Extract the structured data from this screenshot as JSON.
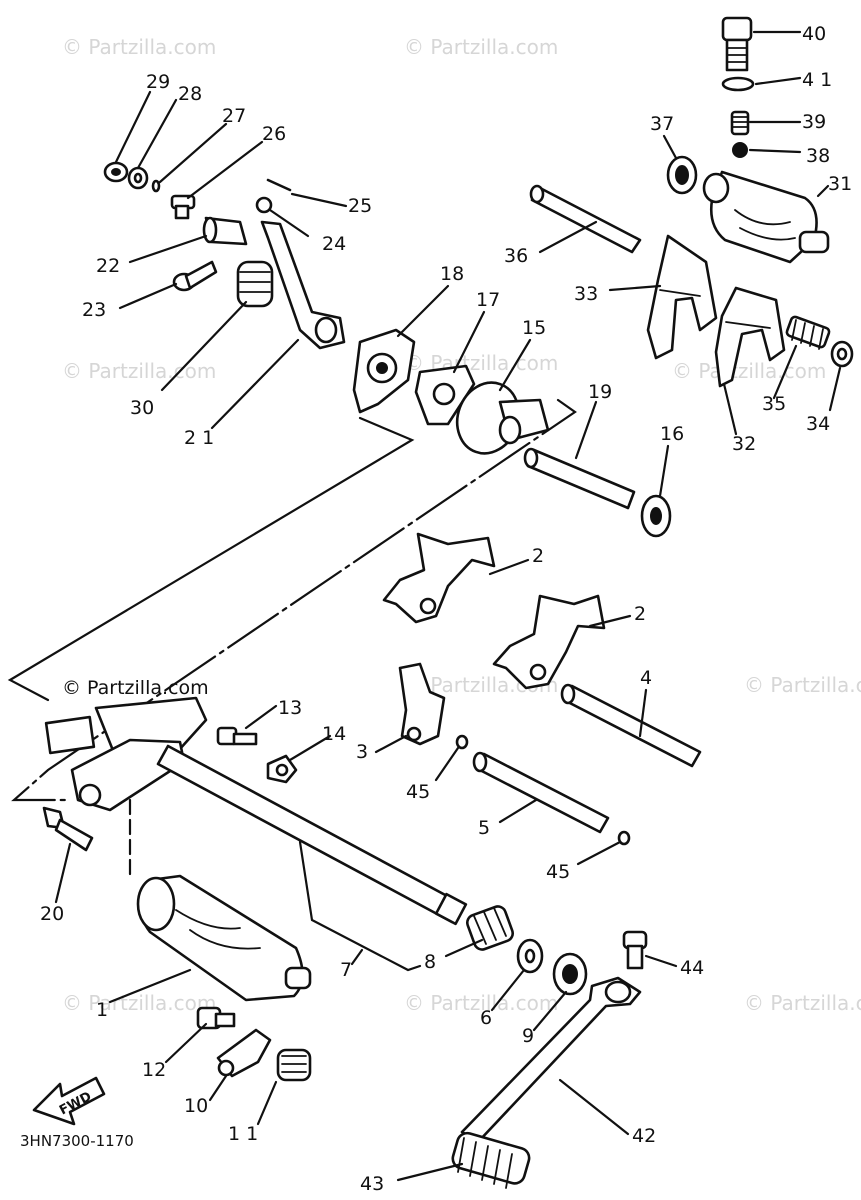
{
  "watermark": "© Partzilla.com",
  "diagram_code": "3HN7300-1170",
  "fwd_label": "FWD",
  "callouts": {
    "c1": "1",
    "c2a": "2",
    "c2b": "2",
    "c3": "3",
    "c4": "4",
    "c5": "5",
    "c6": "6",
    "c7": "7",
    "c8": "8",
    "c9": "9",
    "c10": "10",
    "c11": "11",
    "c12": "12",
    "c13": "13",
    "c14": "14",
    "c15": "15",
    "c16": "16",
    "c17": "17",
    "c18": "18",
    "c19": "19",
    "c20": "20",
    "c21": "21",
    "c22": "22",
    "c23": "23",
    "c24": "24",
    "c25": "25",
    "c26": "26",
    "c27": "27",
    "c28": "28",
    "c29": "29",
    "c30": "30",
    "c31": "31",
    "c32": "32",
    "c33": "33",
    "c34": "34",
    "c35": "35",
    "c36": "36",
    "c37": "37",
    "c38": "38",
    "c39": "39",
    "c40": "40",
    "c41": "41",
    "c42": "42",
    "c43": "43",
    "c44": "44",
    "c45a": "45",
    "c45b": "45"
  }
}
